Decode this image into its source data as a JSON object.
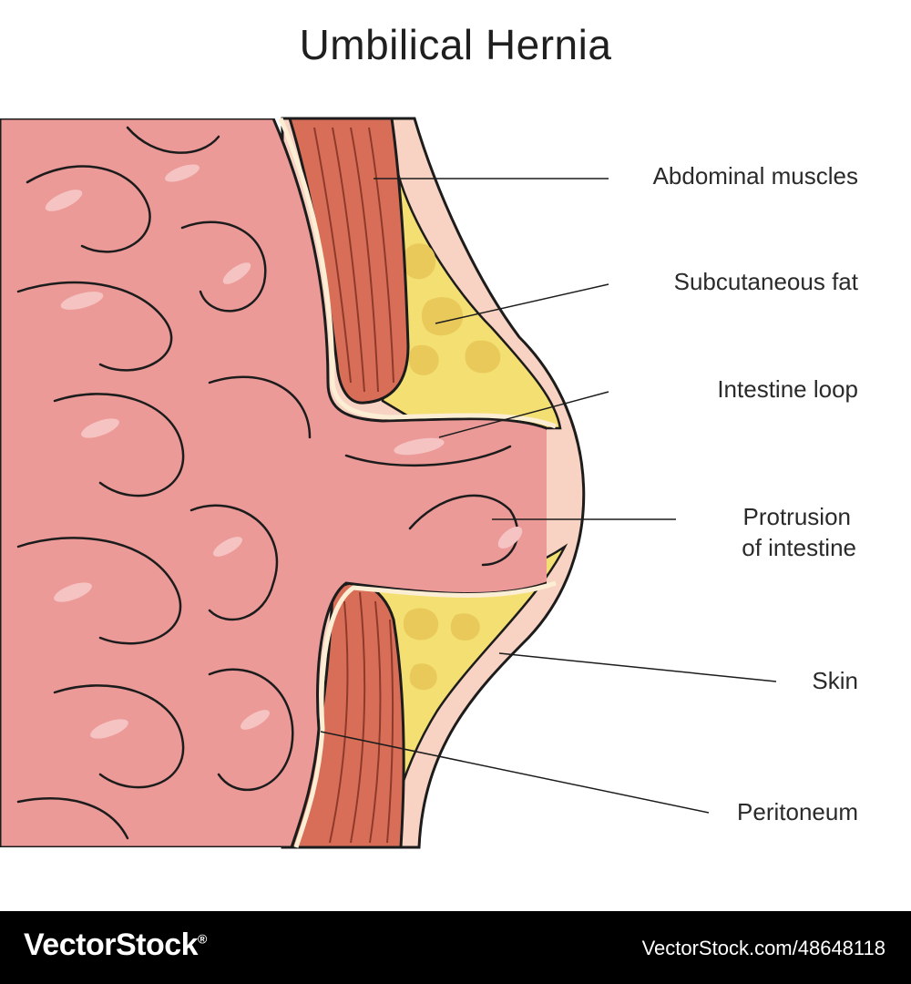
{
  "title": "Umbilical Hernia",
  "labels": {
    "abdominal_muscles": "Abdominal muscles",
    "subcutaneous_fat": "Subcutaneous fat",
    "intestine_loop": "Intestine loop",
    "protrusion_line1": "Protrusion",
    "protrusion_line2": "of intestine",
    "skin": "Skin",
    "peritoneum": "Peritoneum"
  },
  "footer": {
    "brand": "VectorStock",
    "brand_mark": "®",
    "image_id": "VectorStock.com/48648118"
  },
  "colors": {
    "intestine": "#eb9a98",
    "intestine_highlight": "#f6c3c3",
    "muscle": "#d86e58",
    "fat": "#f4df73",
    "skin": "#f8d2c2",
    "peritoneum": "#fbeed4",
    "outline": "#1c1c1c"
  }
}
